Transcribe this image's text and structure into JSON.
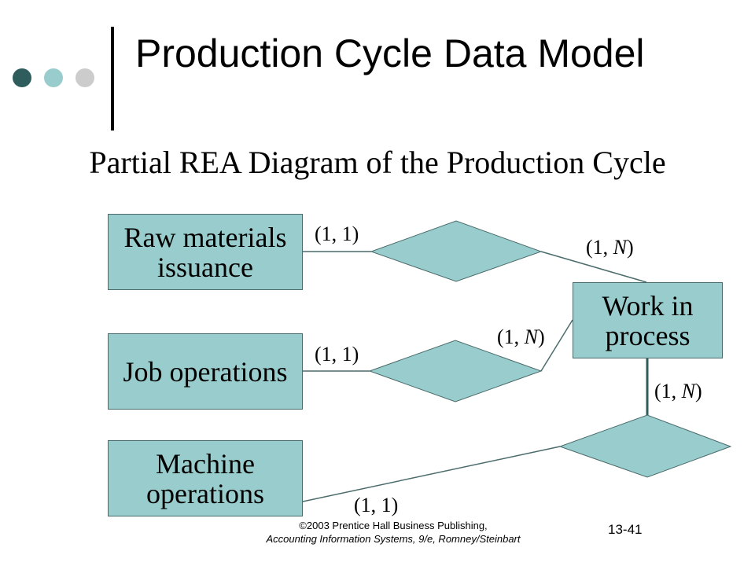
{
  "slide": {
    "title": "Production Cycle Data Model",
    "subtitle": "Partial REA Diagram of the Production Cycle",
    "footer_line1": "©2003 Prentice Hall Business Publishing,",
    "footer_line2": "Accounting Information Systems, 9/e, Romney/Steinbart",
    "slide_number": "13-41",
    "dot_colors": [
      "#2f5d5d",
      "#99cccc",
      "#cccccc"
    ]
  },
  "diagram": {
    "entities": {
      "raw_materials": "Raw materials issuance",
      "job_operations": "Job operations",
      "machine_operations": "Machine operations",
      "work_in_process": "Work in process"
    },
    "cardinalities": {
      "raw_materials_side": "(1, 1)",
      "raw_materials_wip_side": "(1, N)",
      "job_operations_side": "(1, 1)",
      "job_operations_wip_side": "(1, N)",
      "machine_wip_side": "(1, N)",
      "machine_operations_side": "(1, 1)"
    },
    "colors": {
      "box_fill": "#99cccc",
      "line": "#4a6b6b",
      "wip_link": "#2f5d5d"
    }
  }
}
